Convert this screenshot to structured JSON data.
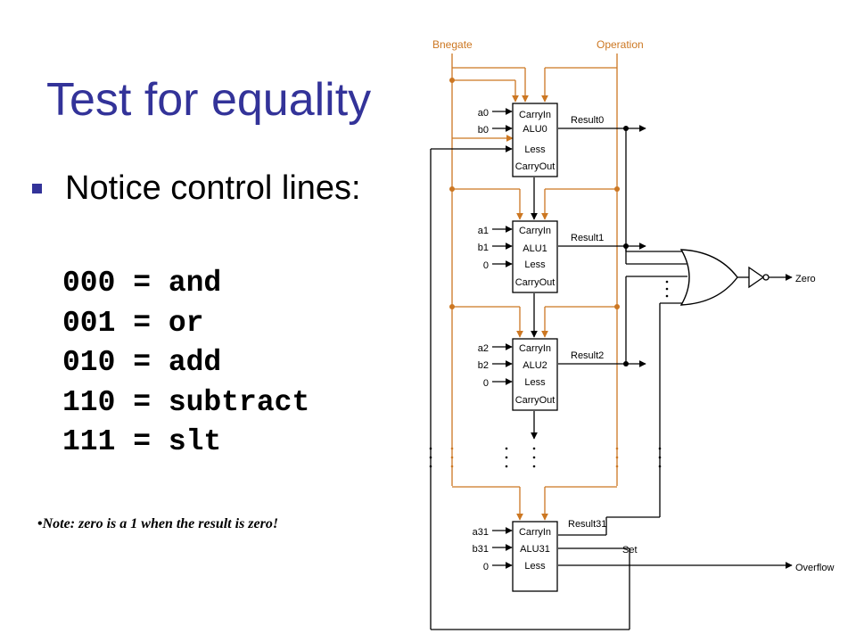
{
  "slide": {
    "title": "Test for equality",
    "bullet": "Notice control lines:",
    "codes": [
      "000 = and",
      "001 = or",
      "010 = add",
      "110 = subtract",
      "111 = slt"
    ],
    "note": "Note:  zero is a 1 when the result is zero!"
  },
  "diagram": {
    "control_labels": [
      "Bnegate",
      "Operation"
    ],
    "alus": [
      {
        "inputs": [
          "a0",
          "b0"
        ],
        "box": [
          "CarryIn",
          "ALU0",
          "Less",
          "CarryOut"
        ],
        "output": "Result0"
      },
      {
        "inputs": [
          "a1",
          "b1",
          "0"
        ],
        "box": [
          "CarryIn",
          "ALU1",
          "Less",
          "CarryOut"
        ],
        "output": "Result1"
      },
      {
        "inputs": [
          "a2",
          "b2",
          "0"
        ],
        "box": [
          "CarryIn",
          "ALU2",
          "Less",
          "CarryOut"
        ],
        "output": "Result2"
      },
      {
        "inputs": [
          "a31",
          "b31",
          "0"
        ],
        "box": [
          "CarryIn",
          "ALU31",
          "Less"
        ],
        "output": "Result31",
        "extra_output": "Set"
      }
    ],
    "outputs": [
      "Zero",
      "Overflow"
    ]
  },
  "colors": {
    "title": "#333399",
    "control_wire": "#cc7722",
    "wire": "#000000"
  }
}
